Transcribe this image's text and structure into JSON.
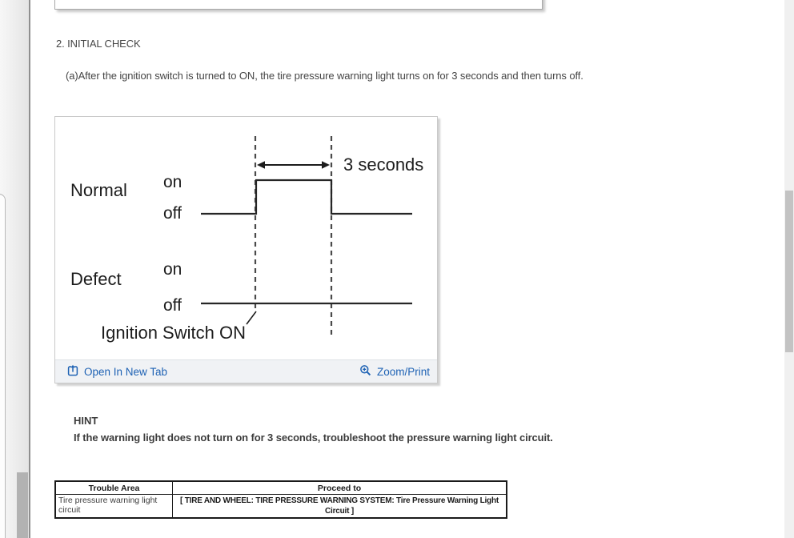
{
  "document": {
    "section_heading": "2. INITIAL CHECK",
    "step_text": "(a)After the ignition switch is turned to ON, the tire pressure warning light turns on for 3 seconds and then turns off."
  },
  "figure": {
    "duration_label": "3 seconds",
    "normal_label": "Normal",
    "defect_label": "Defect",
    "on_label": "on",
    "off_label": "off",
    "ignition_label": "Ignition Switch ON",
    "timing": {
      "normal": "warning light turns on for 3 seconds after ignition switch ON, then turns off",
      "defect": "warning light stays off"
    },
    "footer": {
      "open_in_new_tab_label": "Open In New Tab",
      "zoom_print_label": "Zoom/Print",
      "link_color": "#1e62b4"
    }
  },
  "hint": {
    "label": "HINT",
    "text": "If the warning light does not turn on for 3 seconds, troubleshoot the pressure warning light circuit."
  },
  "table": {
    "headers": [
      "Trouble Area",
      "Proceed to"
    ],
    "rows": [
      {
        "trouble_area": "Tire pressure warning light circuit",
        "proceed_to": "[ TIRE AND WHEEL: TIRE PRESSURE WARNING SYSTEM: Tire Pressure Warning Light Circuit ]"
      }
    ]
  }
}
